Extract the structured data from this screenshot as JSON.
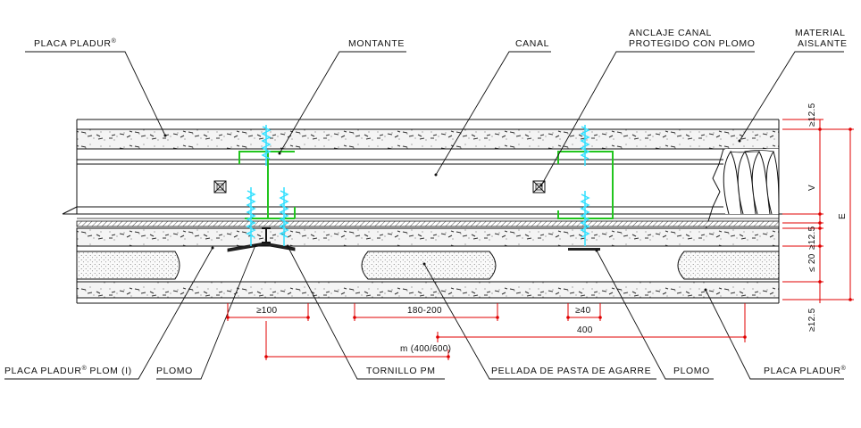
{
  "labels": {
    "placa_pladur_top": "PLACA PLADUR",
    "montante": "MONTANTE",
    "canal": "CANAL",
    "anclaje_line1": "ANCLAJE CANAL",
    "anclaje_line2": "PROTEGIDO CON PLOMO",
    "material_line1": "MATERIAL",
    "material_line2": "AISLANTE",
    "placa_plom": "PLACA PLADUR",
    "placa_plom_suffix": "PLOM (I)",
    "plomo_left": "PLOMO",
    "tornillo": "TORNILLO PM",
    "pellada": "PELLADA DE PASTA DE AGARRE",
    "plomo_right": "PLOMO",
    "placa_pladur_bottom": "PLACA PLADUR",
    "registered": "®"
  },
  "dimensions": {
    "ge100": "≥100",
    "range_180_200": "180-200",
    "ge40": "≥40",
    "m_400_600": "m (400/600)",
    "d400": "400",
    "ge12_5_top": "≥12.5",
    "v": "V",
    "ge12_5_mid": "≥12.5",
    "le20": "≤ 20",
    "ge12_5_bottom": "≥12.5",
    "e": "E"
  },
  "colors": {
    "line": "#111111",
    "dimension": "#e00000",
    "profile": "#22c51e",
    "screw": "#33e0ff",
    "board_fill": "#f2f2f2"
  }
}
